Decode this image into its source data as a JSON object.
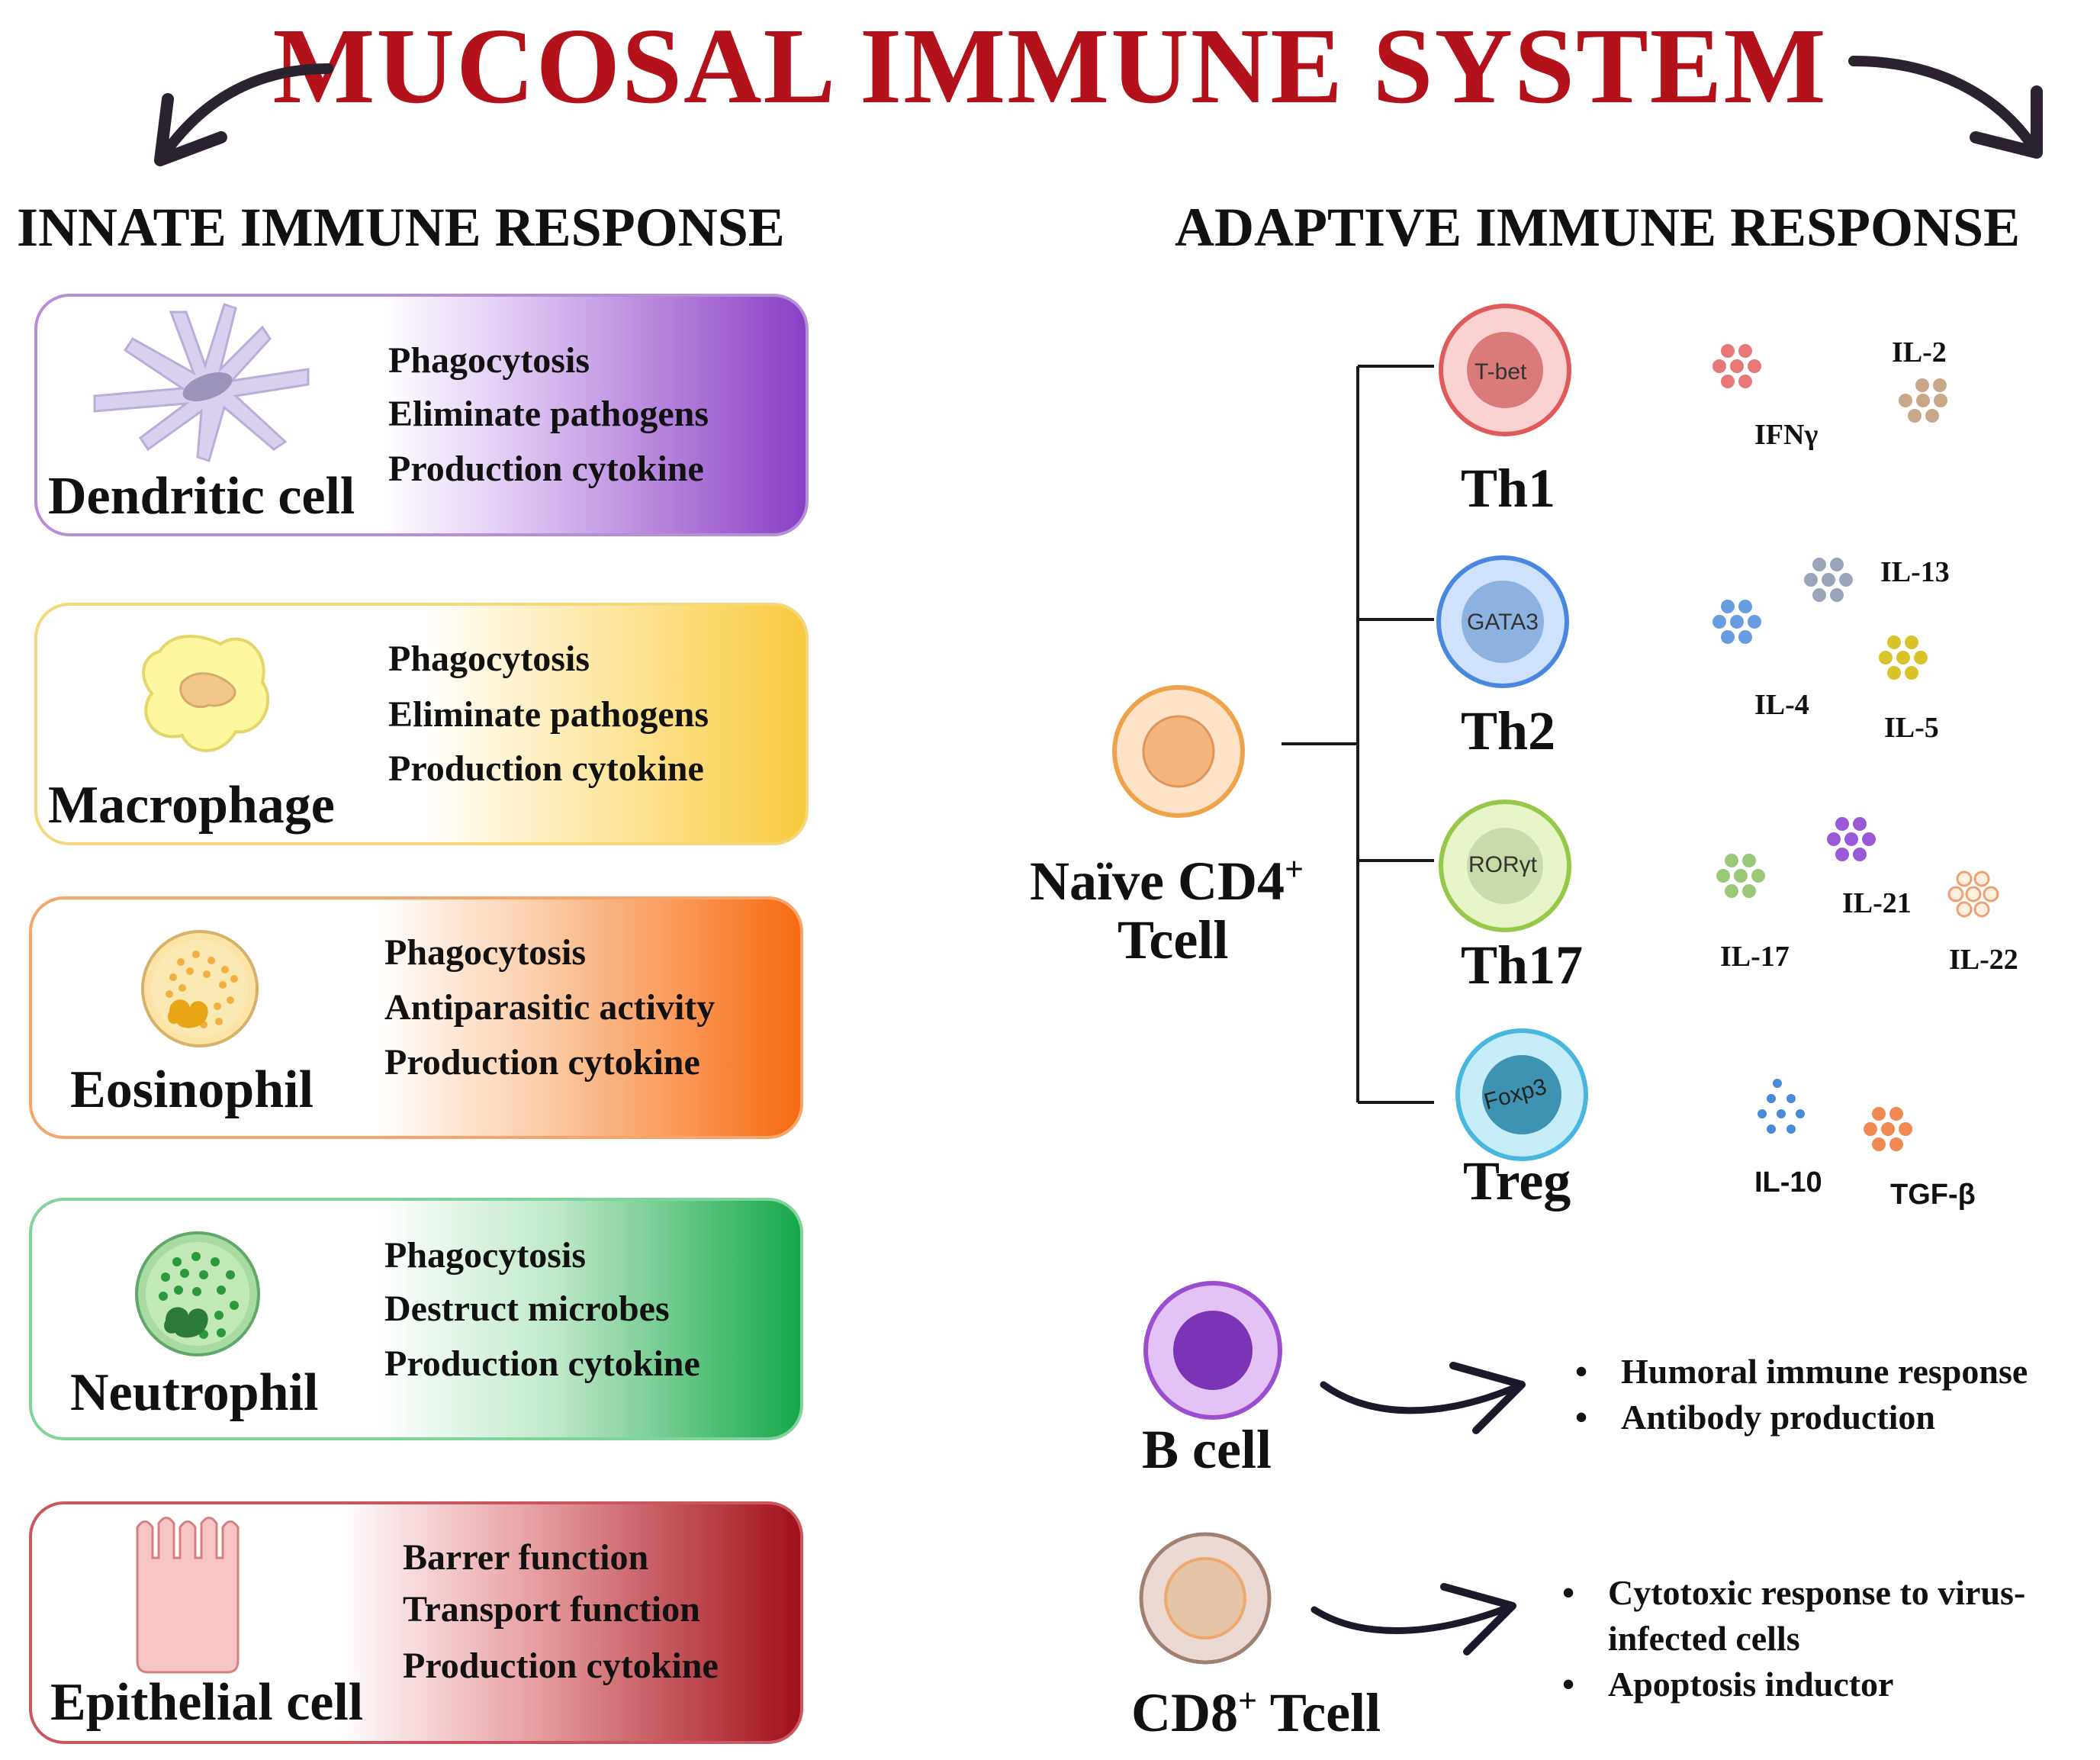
{
  "title": "MUCOSAL IMMUNE SYSTEM",
  "innate": {
    "heading": "INNATE IMMUNE RESPONSE",
    "cells": [
      {
        "name": "Dendritic cell",
        "functions": [
          "Phagocytosis",
          "Eliminate pathogens",
          "Production cytokine"
        ],
        "color": "#8a3fc4",
        "icon": "dendritic-cell-icon"
      },
      {
        "name": "Macrophage",
        "functions": [
          "Phagocytosis",
          "Eliminate pathogens",
          "Production cytokine"
        ],
        "color": "#f9c93e",
        "icon": "macrophage-icon"
      },
      {
        "name": "Eosinophil",
        "functions": [
          "Phagocytosis",
          "Antiparasitic activity",
          "Production cytokine"
        ],
        "color": "#f76a10",
        "icon": "eosinophil-icon"
      },
      {
        "name": "Neutrophil",
        "functions": [
          "Phagocytosis",
          "Destruct microbes",
          "Production cytokine"
        ],
        "color": "#16a84a",
        "icon": "neutrophil-icon"
      },
      {
        "name": "Epithelial cell",
        "functions": [
          "Barrer function",
          "Transport function",
          "Production cytokine"
        ],
        "color": "#a0101a",
        "icon": "epithelial-cell-icon"
      }
    ]
  },
  "adaptive": {
    "heading": "ADAPTIVE IMMUNE RESPONSE",
    "naive": {
      "line1": "Naïve CD4",
      "sup": "+",
      "line2": "Tcell"
    },
    "subsets": [
      {
        "name": "Th1",
        "factor": "T-bet",
        "color": "#e86b6b",
        "cytokines": [
          "IFNγ",
          "IL-2"
        ]
      },
      {
        "name": "Th2",
        "factor": "GATA3",
        "color": "#6f9fe0",
        "cytokines": [
          "IL-13",
          "IL-4",
          "IL-5"
        ]
      },
      {
        "name": "Th17",
        "factor": "RORγt",
        "color": "#a7d26a",
        "cytokines": [
          "IL-21",
          "IL-17",
          "IL-22"
        ]
      },
      {
        "name": "Treg",
        "factor": "Foxp3",
        "color": "#4cb3d6",
        "cytokines": [
          "IL-10",
          "TGF-β"
        ]
      }
    ],
    "bcell": {
      "name": "B cell",
      "points": [
        "Humoral immune response",
        "Antibody production"
      ]
    },
    "cd8": {
      "name_pre": "CD8",
      "sup": "+",
      "name_post": " Tcell",
      "points": [
        "Cytotoxic response to virus-",
        "infected cells",
        "Apoptosis inductor"
      ]
    }
  }
}
